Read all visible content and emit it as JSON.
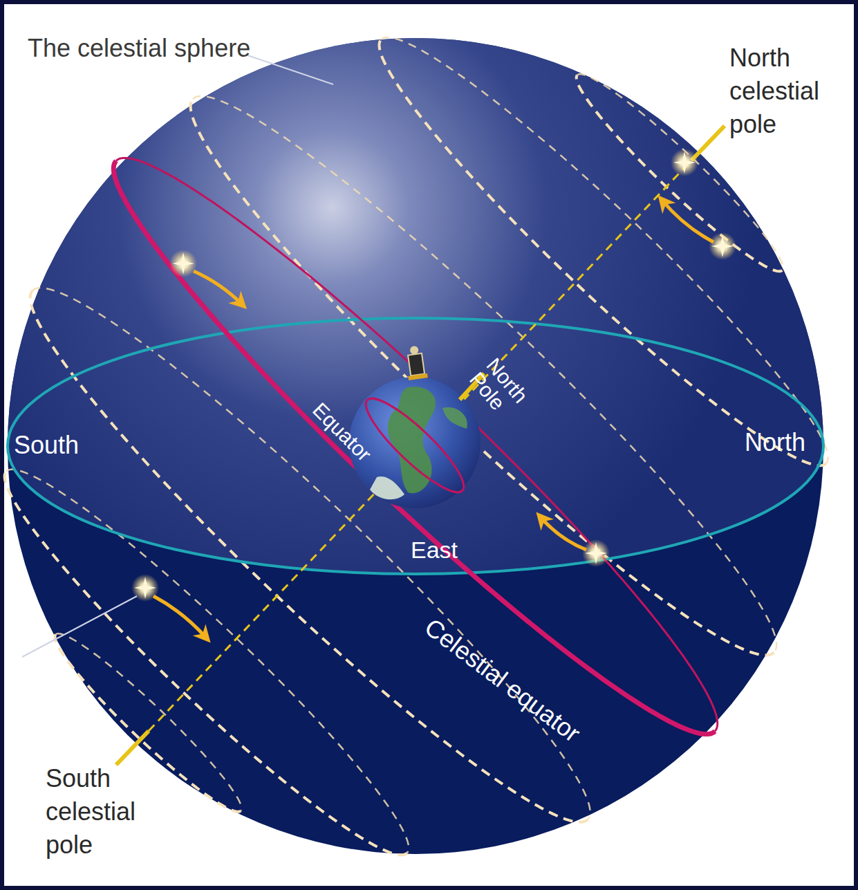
{
  "diagram": {
    "labels": [
      "The celestial sphere",
      "North celestial pole",
      "North Pole",
      "Equator",
      "South",
      "North",
      "East",
      "Celestial equator",
      "South celestial pole"
    ]
  }
}
